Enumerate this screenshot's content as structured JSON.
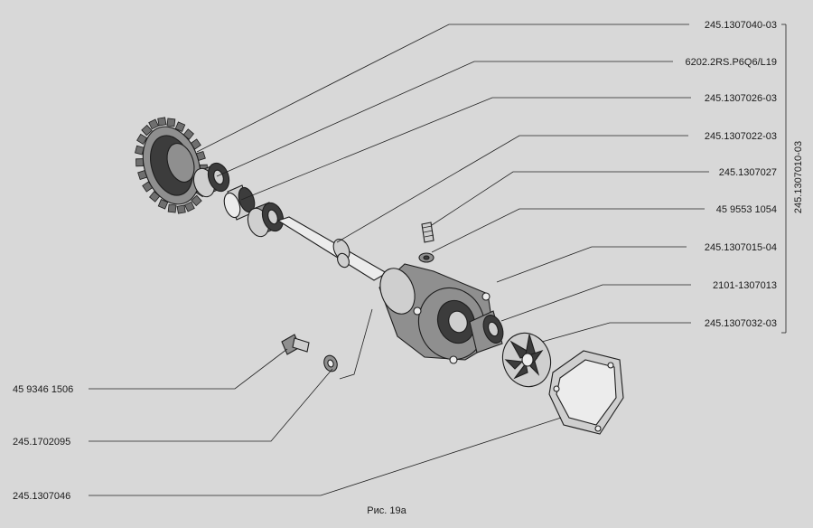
{
  "callouts_right": [
    "245.1307040-03",
    "6202.2RS.P6Q6/L19",
    "245.1307026-03",
    "245.1307022-03",
    "245.1307027",
    "45 9553 1054",
    "245.1307015-04",
    "2101-1307013",
    "245.1307032-03"
  ],
  "callouts_left": [
    "45 9346 1506",
    "245.1702095",
    "245.1307046"
  ],
  "assembly_label": "245.1307010-03",
  "caption": "Рис. 19а"
}
